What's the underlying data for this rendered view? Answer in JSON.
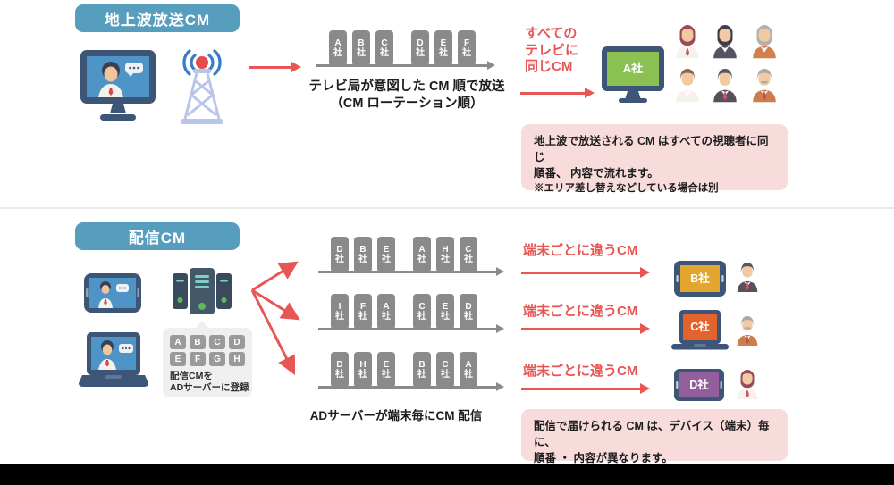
{
  "common": {
    "company_suffix": "社"
  },
  "colors": {
    "accent_blue": "#579dbe",
    "red": "#e85654",
    "block_gray": "#8a8a8a",
    "pink_note": "#f8dbdb",
    "green_screen": "#8bc152",
    "amber_screen": "#e2a52e",
    "orange_screen": "#e4622b",
    "purple_screen": "#925e9b",
    "navy_device": "#3d5677"
  },
  "section_terrestrial": {
    "header": "地上波放送CM",
    "cm_sequence": [
      "A",
      "B",
      "C",
      "D",
      "E",
      "F"
    ],
    "caption_line1": "テレビ局が意図した CM 順で放送",
    "caption_line2": "（CM ローテーション順）",
    "same_cm_lines": [
      "すべての",
      "テレビに",
      "同じCM"
    ],
    "tv_label": "A社",
    "note_lines": [
      "地上波で放送される CM はすべての視聴者に同じ",
      "順番、 内容で流れます。",
      "※エリア差し替えなどしている場合は別"
    ]
  },
  "section_streaming": {
    "header": "配信CM",
    "register_blocks": [
      "A",
      "B",
      "C",
      "D",
      "E",
      "F",
      "G",
      "H"
    ],
    "register_caption_line1": "配信CMを",
    "register_caption_line2": "ADサーバーに登録",
    "rows": [
      {
        "sequence": [
          "D",
          "B",
          "E",
          "A",
          "H",
          "C"
        ],
        "label": "端末ごとに違うCM",
        "device_label": "B社"
      },
      {
        "sequence": [
          "I",
          "F",
          "A",
          "C",
          "E",
          "D"
        ],
        "label": "端末ごとに違うCM",
        "device_label": "C社"
      },
      {
        "sequence": [
          "D",
          "H",
          "E",
          "B",
          "C",
          "A"
        ],
        "label": "端末ごとに違うCM",
        "device_label": "D社"
      }
    ],
    "delivery_caption": "ADサーバーが端末毎にCM 配信",
    "note_lines": [
      "配信で届けられる CM は、デバイス（端末）毎に、",
      "順番 ・ 内容が異なります。"
    ]
  }
}
